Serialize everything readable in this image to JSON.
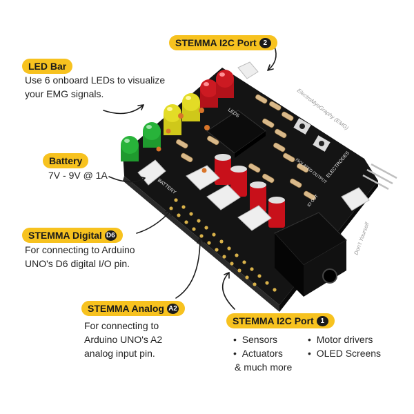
{
  "stemma_i2c_2": {
    "title": "STEMMA I2C Port",
    "badge": "2"
  },
  "led_bar": {
    "title": "LED Bar",
    "desc_line1": "Use 6 onboard LEDs to visualize",
    "desc_line2": "your EMG signals."
  },
  "battery": {
    "title": "Battery",
    "desc": "7V - 9V @ 1A"
  },
  "stemma_digital": {
    "title": "STEMMA Digital",
    "badge": "D6",
    "desc_line1": "For connecting to Arduino",
    "desc_line2": "UNO's D6 digital I/O pin."
  },
  "stemma_analog": {
    "title": "STEMMA Analog",
    "badge": "A2",
    "desc_line1": "For connecting to",
    "desc_line2": "Arduino UNO's A2",
    "desc_line3": "analog input pin."
  },
  "stemma_i2c_1": {
    "title": "STEMMA I2C Port",
    "badge": "1",
    "items": [
      "Sensors",
      "Motor drivers",
      "Actuators",
      "OLED Screens"
    ],
    "more": "& much more"
  },
  "board_labels": {
    "brand": "ElectroMyoGraphy (EMG)",
    "motto": "Don't Yourself",
    "leds": "LEDS",
    "battery": "BATTERY",
    "isolated": "ISOLATED OUTPUT",
    "electrodes": "ELECTRODES",
    "io": "IO OUT"
  },
  "colors": {
    "accent": "#f7c21f",
    "board": "#151515",
    "led_green": "#1f9a2e",
    "led_yellow": "#d8d21a",
    "led_red": "#c0141a"
  }
}
